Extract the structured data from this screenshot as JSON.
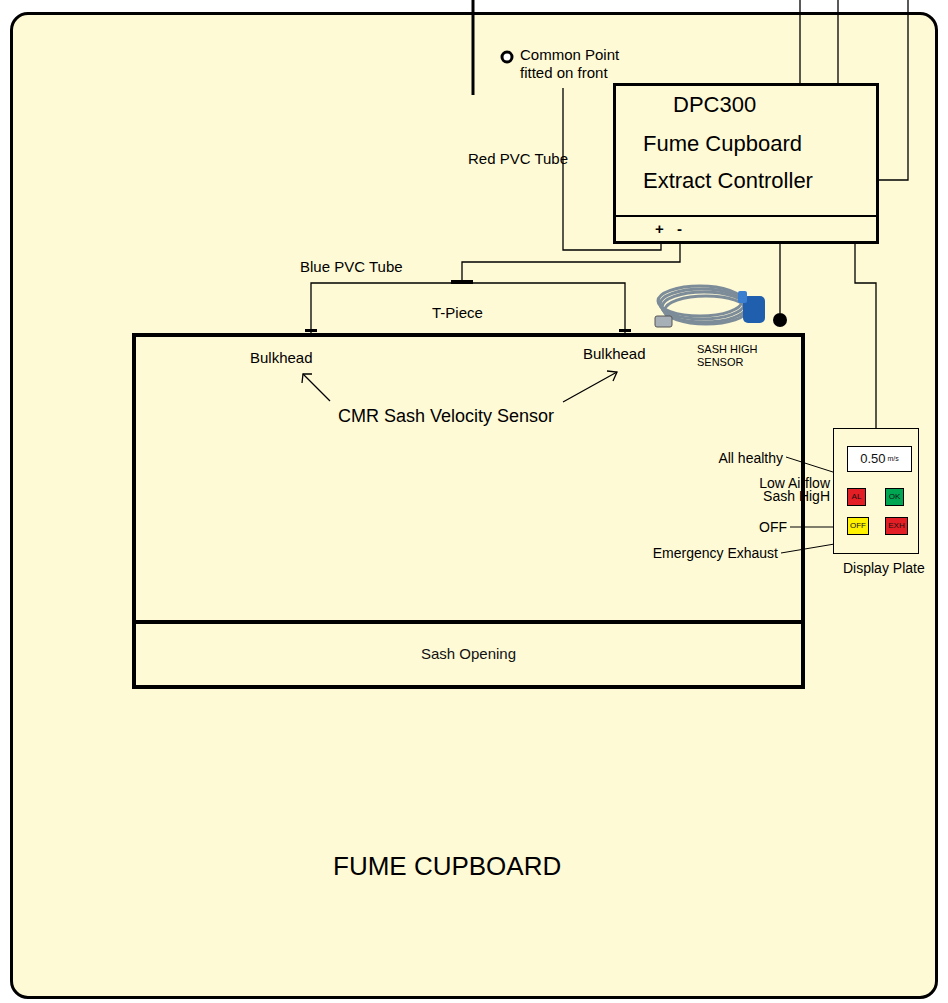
{
  "diagram": {
    "nodes": [
      {
        "text": [
          "FUME CUPBOARD"
        ]
      },
      {
        "text": [
          "DPC300",
          "Fume Cupboard Extract Controller"
        ],
        "in": 0
      },
      {
        "text": [
          "CMR Sash Velocity Sensor"
        ],
        "in": 0
      },
      {
        "text": [
          "Sash Opening"
        ],
        "in": 2
      },
      {
        "text": [
          "Display Plate"
        ],
        "in": 0
      },
      {
        "text": [
          "0.50",
          "m/s"
        ],
        "in": 4
      },
      {
        "text": [
          "AL"
        ],
        "in": 4
      },
      {
        "text": [
          "OK"
        ],
        "in": 4
      },
      {
        "text": [
          "OFF"
        ],
        "in": 4
      },
      {
        "text": [
          "EXH"
        ],
        "in": 4
      }
    ],
    "edges": [
      {
        "from": 1,
        "to": 2,
        "arrow": "none"
      },
      {
        "from": 1,
        "to": 4,
        "arrow": "none"
      }
    ],
    "labels": [
      "Common Point fitted on front",
      "Red PVC Tube",
      "+",
      "-",
      "Blue PVC Tube",
      "T-Piece",
      "Bulkhead",
      "Bulkhead",
      "SASH HIGH SENSOR",
      "All healthy",
      "Low Airflow Sash HigH",
      "OFF",
      "Emergency Exhaust"
    ]
  }
}
